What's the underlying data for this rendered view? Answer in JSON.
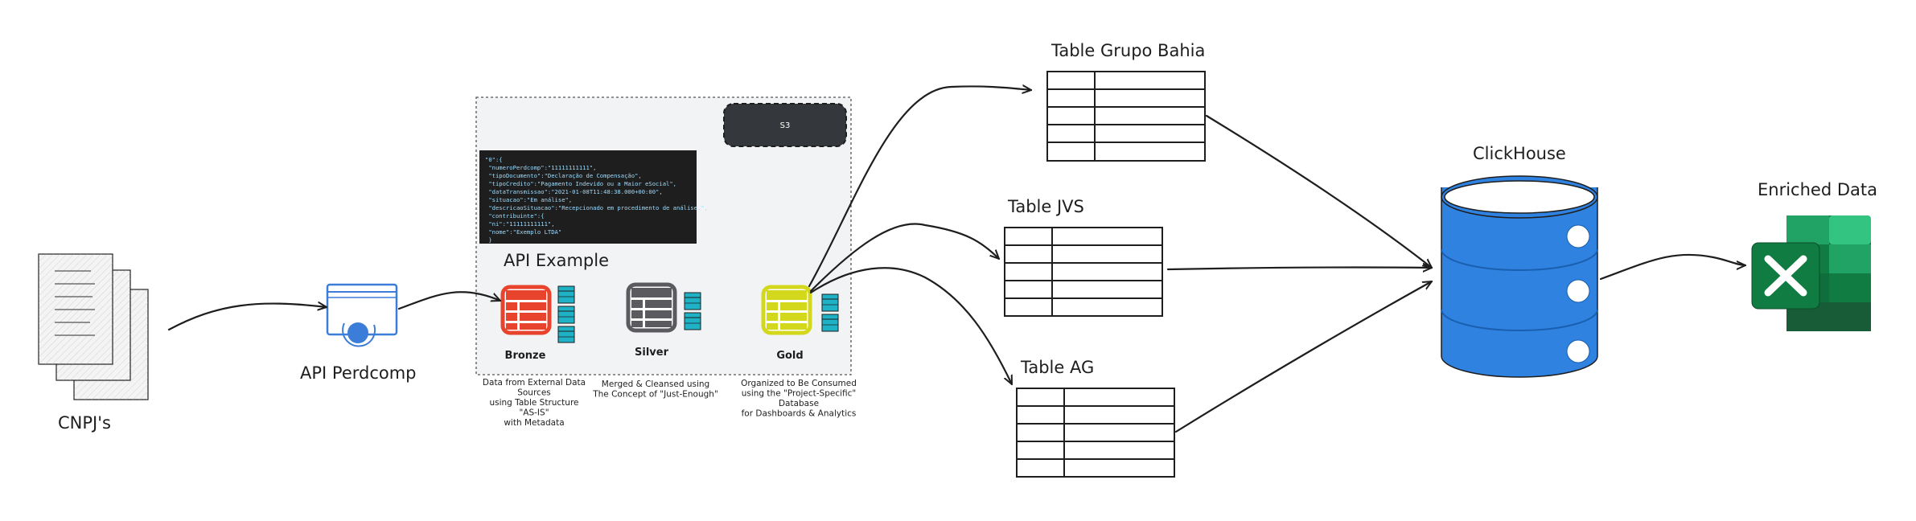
{
  "colors": {
    "bronze": "#e8432d",
    "silver": "#5b5b5f",
    "gold": "#d4d81c",
    "tile": "#1fb2c6",
    "clickhouse": "#2f82e0",
    "excel_dark": "#0e6e3c",
    "excel_mid": "#1b9d55",
    "excel_light": "#33c481",
    "api_blue": "#3b7dd8",
    "s3_box": "#34373c",
    "panel_bg": "#f1f3f5",
    "code_bg": "#1e1e1e"
  },
  "nodes": {
    "cnpjs": {
      "label": "CNPJ's",
      "icon": "documents-icon"
    },
    "api_perdcomp": {
      "label": "API Perdcomp",
      "icon": "api-window-icon"
    },
    "api_example": {
      "label": "API Example"
    },
    "s3": {
      "label": "S3"
    },
    "bronze": {
      "label": "Bronze",
      "icon": "table-icon"
    },
    "silver": {
      "label": "Silver",
      "icon": "table-icon"
    },
    "gold": {
      "label": "Gold",
      "icon": "table-icon"
    },
    "table_grupo_bahia": {
      "label": "Table Grupo Bahia"
    },
    "table_jvs": {
      "label": "Table JVS"
    },
    "table_ag": {
      "label": "Table AG"
    },
    "clickhouse": {
      "label": "ClickHouse",
      "icon": "database-icon"
    },
    "enriched_data": {
      "label": "Enriched Data",
      "icon": "excel-icon"
    }
  },
  "descriptions": {
    "bronze": [
      "Data from External Data",
      "Sources",
      "using Table Structure",
      "\"AS-IS\"",
      "with Metadata"
    ],
    "silver": [
      "Merged & Cleansed using",
      "The Concept of \"Just-Enough\""
    ],
    "gold": [
      "Organized to Be Consumed",
      "using the \"Project-Specific\"",
      "Database",
      "for Dashboards & Analytics"
    ]
  },
  "code_example": [
    "\"0\":{",
    "  \"numeroPerdcomp\":\"11111111111\",",
    "  \"tipoDocumento\":\"Declaração de Compensação\",",
    "  \"tipoCredito\":\"Pagamento Indevido ou a Maior eSocial\",",
    "  \"dataTransmissao\":\"2021-01-08T11:48:38.000+00:00\",",
    "  \"situacao\":\"Em análise\",",
    "  \"descricaoSituacao\":\"Recepcionado em procedimento de análise.\",",
    "  \"contribuinte\":{",
    "    \"ni\":\"11111111111\",",
    "    \"nome\":\"Exemplo LTDA\"",
    "  }"
  ]
}
